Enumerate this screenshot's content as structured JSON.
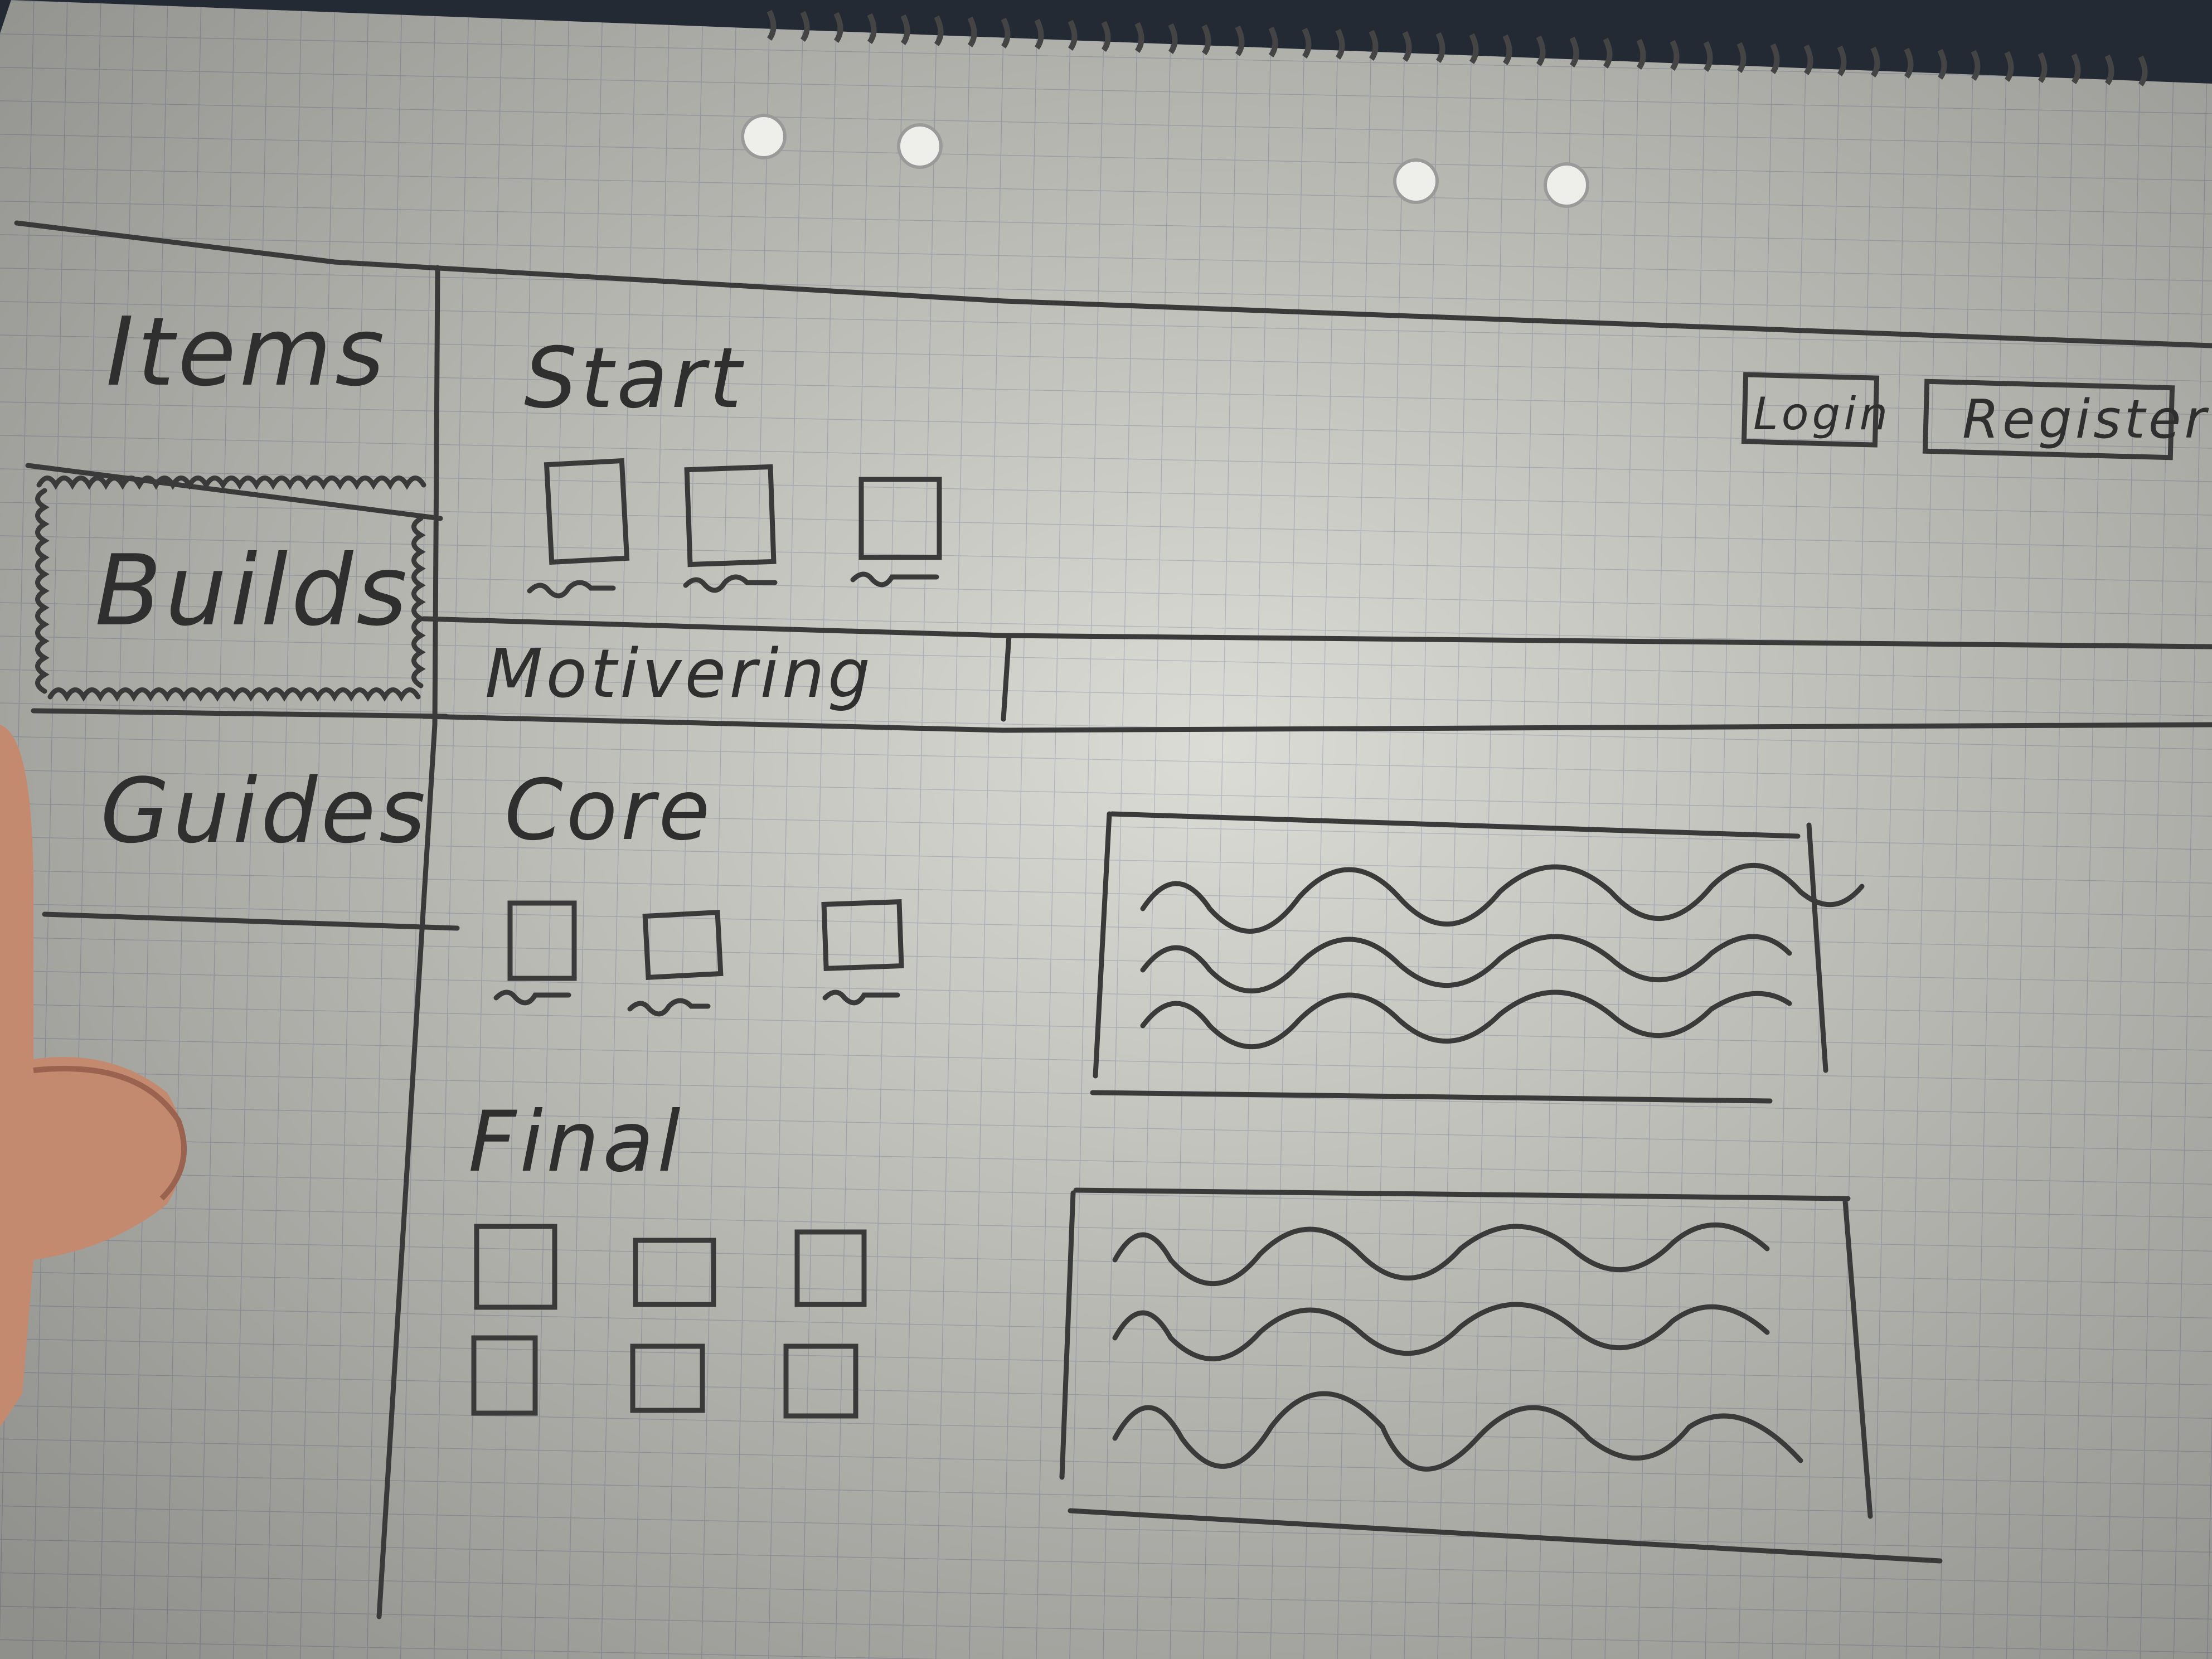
{
  "sketch": {
    "sidebar": {
      "items": [
        {
          "label": "Items"
        },
        {
          "label": "Builds",
          "selected": true
        },
        {
          "label": "Guides"
        }
      ]
    },
    "header": {
      "login_label": "Login",
      "register_label": "Register"
    },
    "main": {
      "section_start": "Start",
      "tab_label": "Motivering",
      "section_core": "Core",
      "section_final": "Final"
    }
  },
  "colors": {
    "paper": "#dcdcd6",
    "grid": "#b9bec6",
    "ink": "#3a3a3a",
    "backdrop": "#232a33"
  },
  "icons": {
    "squiggle": "text-placeholder-squiggle",
    "box": "item-placeholder-box"
  }
}
